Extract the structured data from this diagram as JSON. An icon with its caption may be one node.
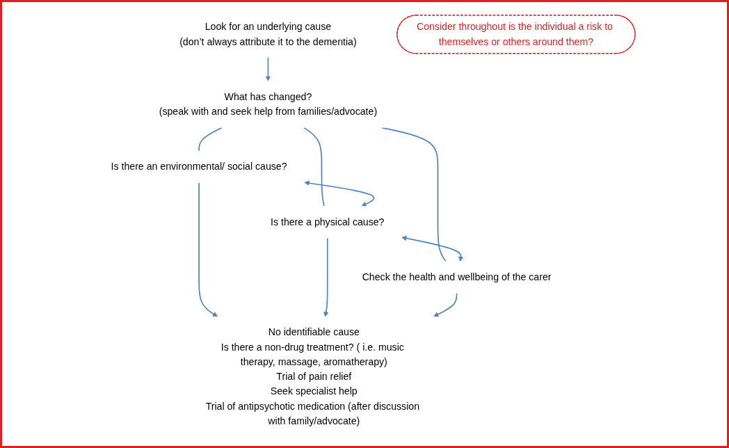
{
  "diagram": {
    "nodes": [
      {
        "text": [
          "Look for an underlying cause",
          "(don’t always attribute it to the dementia)"
        ]
      },
      {
        "text": [
          "What has changed?",
          "(speak with and seek help from families/advocate)"
        ]
      },
      {
        "text": [
          "Is there an environmental/ social cause?"
        ]
      },
      {
        "text": [
          "Is there a physical cause?"
        ]
      },
      {
        "text": [
          "Check the health and wellbeing of the carer"
        ]
      },
      {
        "text": [
          "No identifiable cause",
          "Is there a non-drug treatment? ( i.e. music therapy, massage, aromatherapy)",
          "Trial of pain relief",
          "Seek specialist help",
          "Trial of antipsychotic medication (after discussion with family/advocate)"
        ]
      },
      {
        "text": [
          "Consider throughout is the individual a risk to themselves or others around them?"
        ]
      }
    ],
    "edges": [
      {
        "from": 0,
        "to": 1,
        "arrow": "to"
      },
      {
        "from": 1,
        "to": 2,
        "arrow": "none"
      },
      {
        "from": 1,
        "to": 3,
        "arrow": "none"
      },
      {
        "from": 1,
        "to": 4,
        "arrow": "none"
      },
      {
        "from": 2,
        "to": 3,
        "arrow": "both"
      },
      {
        "from": 3,
        "to": 4,
        "arrow": "both"
      },
      {
        "from": 2,
        "to": 5,
        "arrow": "to"
      },
      {
        "from": 3,
        "to": 5,
        "arrow": "to"
      },
      {
        "from": 4,
        "to": 5,
        "arrow": "to"
      }
    ]
  }
}
